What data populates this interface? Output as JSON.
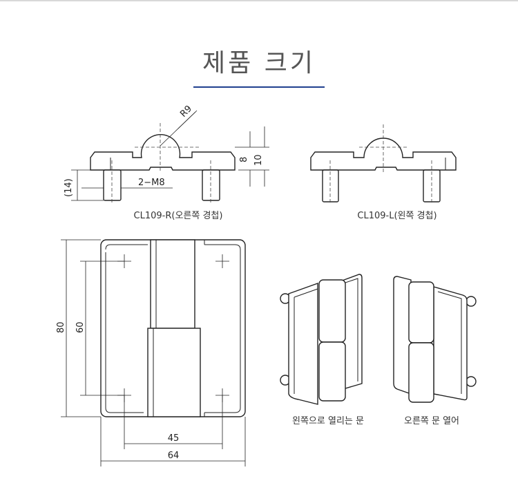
{
  "title": "제품 크기",
  "accent_color": "#1f3f8f",
  "top_views": {
    "right": {
      "label": "CL109-R(오른쪽 경첩)",
      "radius": "R9",
      "thread": "2−M8",
      "height_stud": "(14)",
      "dim_8": "8",
      "dim_10": "10"
    },
    "left": {
      "label": "CL109-L(왼쪽 경첩)"
    }
  },
  "front_view": {
    "height_outer": "80",
    "height_holes": "60",
    "width_holes": "45",
    "width_outer": "64"
  },
  "photos": [
    {
      "caption": "왼쪽으로 열리는 문"
    },
    {
      "caption": "오른쪽 문 열어"
    }
  ]
}
